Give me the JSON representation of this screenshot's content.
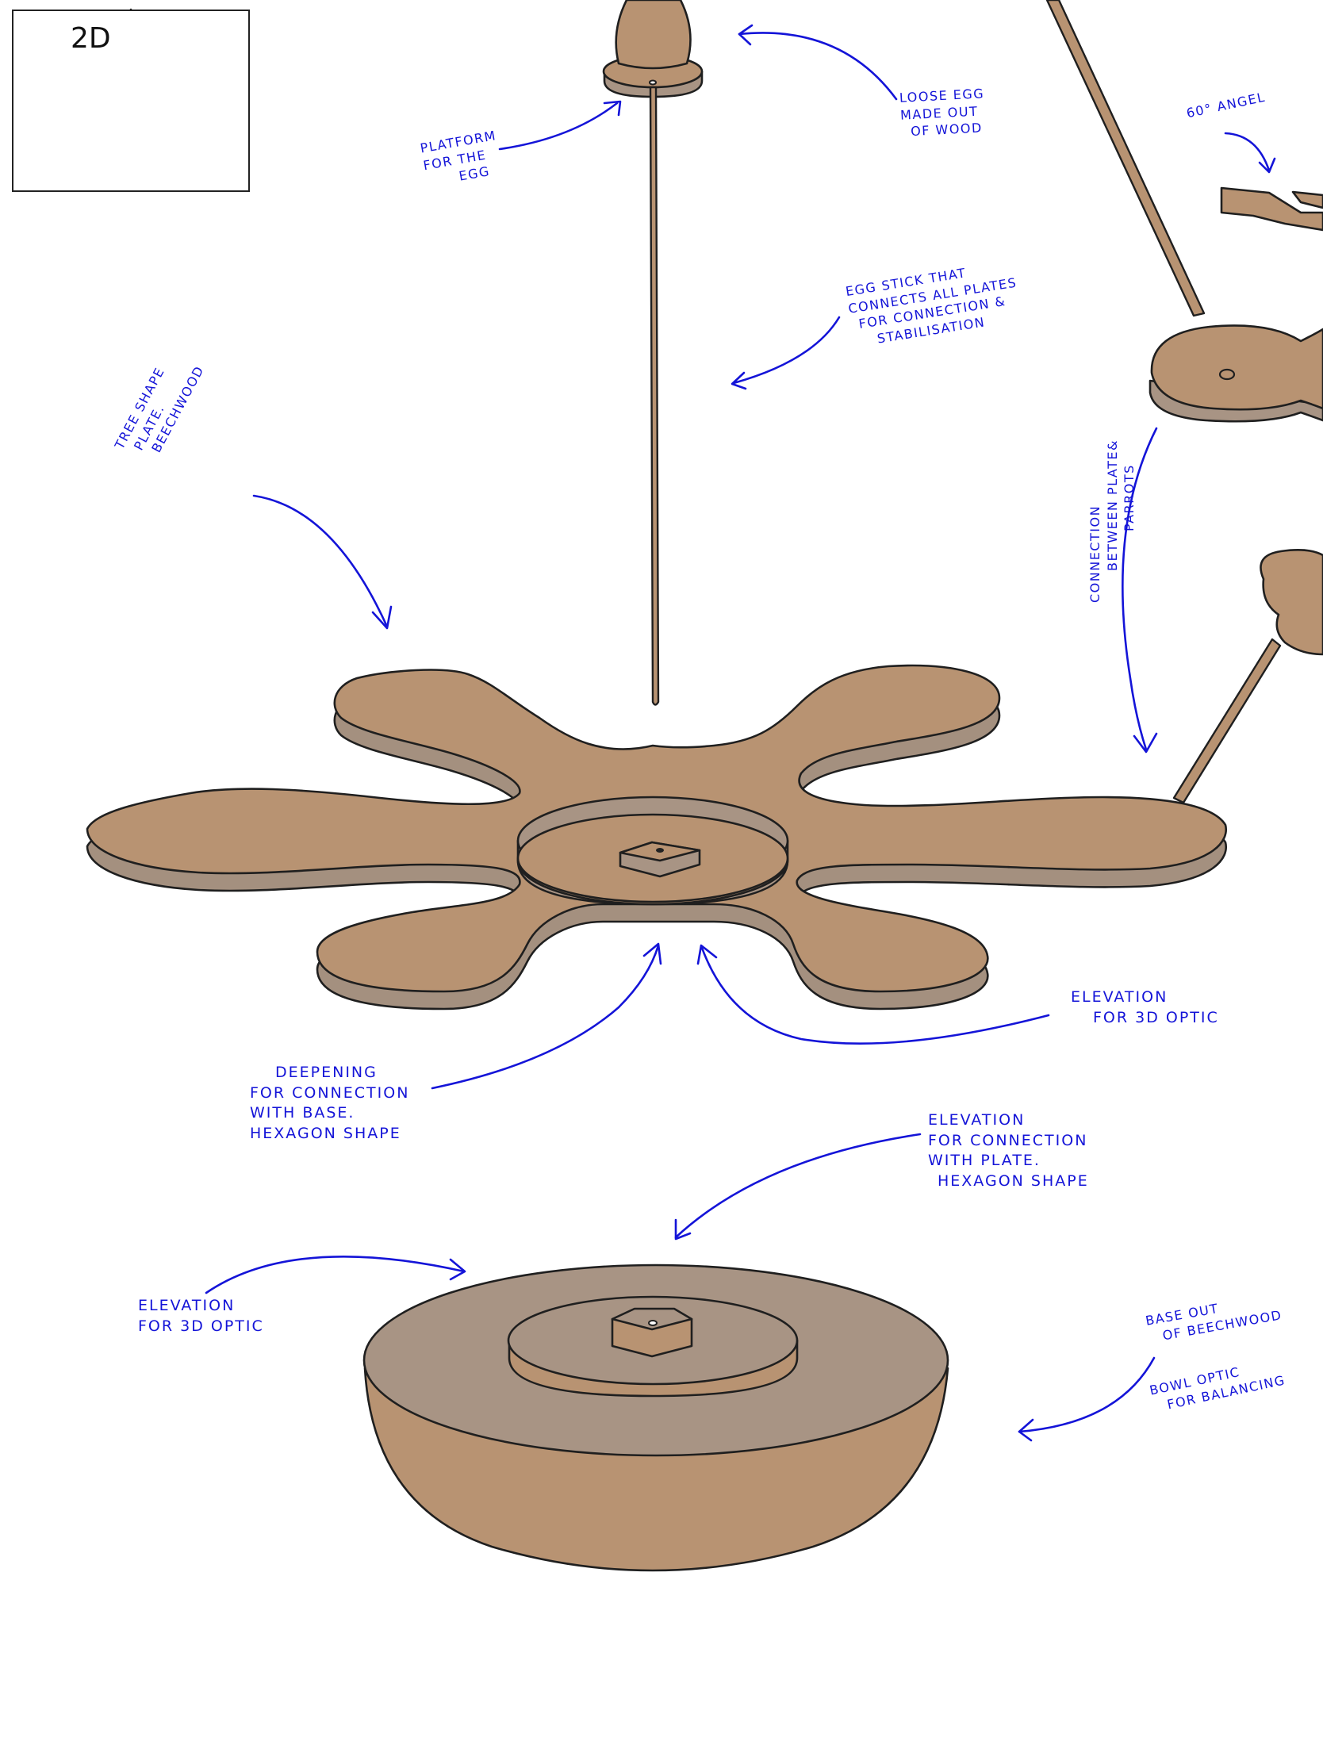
{
  "inset": {
    "title": "2D"
  },
  "annotations": {
    "platform": [
      "Platform",
      "for the",
      "egg"
    ],
    "loose_egg": [
      "loose egg",
      "made out",
      "of wood"
    ],
    "angle": [
      "60° angel"
    ],
    "egg_stick": [
      "egg stick that",
      "connects all plates",
      "for connection &",
      "stabilisation"
    ],
    "tree_plate": [
      "Tree shape",
      "plate.",
      "beechwood"
    ],
    "connection": [
      "connection",
      "between plate&",
      "parrots"
    ],
    "elevation_plate": [
      "Elevation",
      "for 3D optic"
    ],
    "deepening": [
      "Deepening",
      "for connection",
      "with base.",
      "hexagon shape"
    ],
    "elevation_base": [
      "Elevation",
      "for connection",
      "with plate.",
      "hexagon shape"
    ],
    "elevation_bowl": [
      "Elevation",
      "for 3D optic"
    ],
    "base": [
      "Base out",
      "of beechwood"
    ],
    "bowl": [
      "bowl optic",
      "for balancing"
    ]
  },
  "colors": {
    "ink": "#1f1f1f",
    "annotation_blue": "#1414d8",
    "wood_top": "#b89372",
    "wood_side": "#a89484"
  }
}
